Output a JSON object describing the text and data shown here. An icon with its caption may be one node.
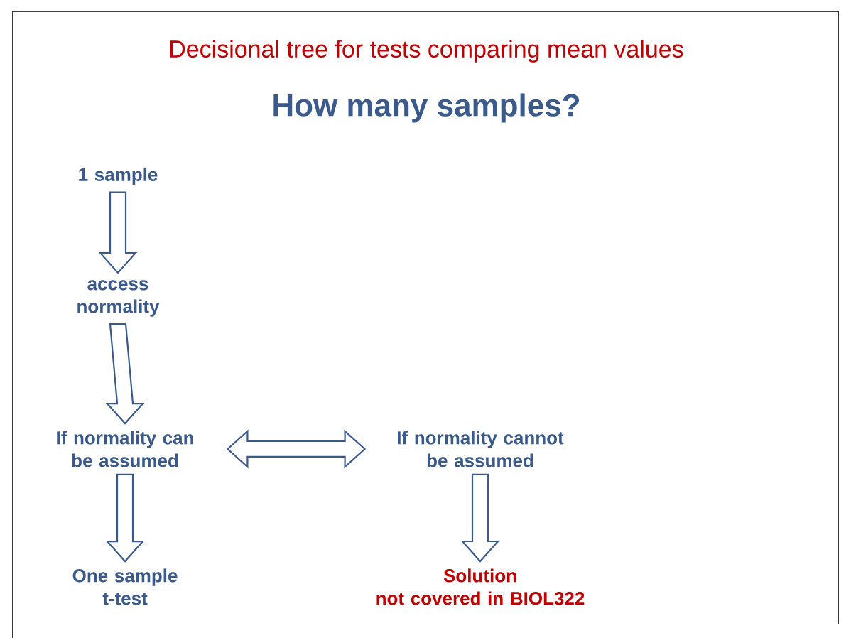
{
  "diagram": {
    "title": "Decisional tree for tests comparing mean values",
    "nodes": [
      {
        "text": [
          "1 sample"
        ]
      },
      {
        "text": [
          "access normality"
        ]
      },
      {
        "text": [
          "If normality can be assumed"
        ]
      },
      {
        "text": [
          "If normality cannot be assumed"
        ]
      },
      {
        "text": [
          "One sample t-test"
        ]
      },
      {
        "text": [
          "Solution",
          "not covered in BIOL322"
        ]
      }
    ],
    "edges": [
      {
        "from": 0,
        "to": 1,
        "arrow": "to"
      },
      {
        "from": 1,
        "to": 2,
        "arrow": "to"
      },
      {
        "from": 2,
        "to": 3,
        "arrow": "both"
      },
      {
        "from": 2,
        "to": 4,
        "arrow": "to"
      },
      {
        "from": 3,
        "to": 5,
        "arrow": "to"
      }
    ],
    "labels": [
      "How many samples?"
    ]
  }
}
